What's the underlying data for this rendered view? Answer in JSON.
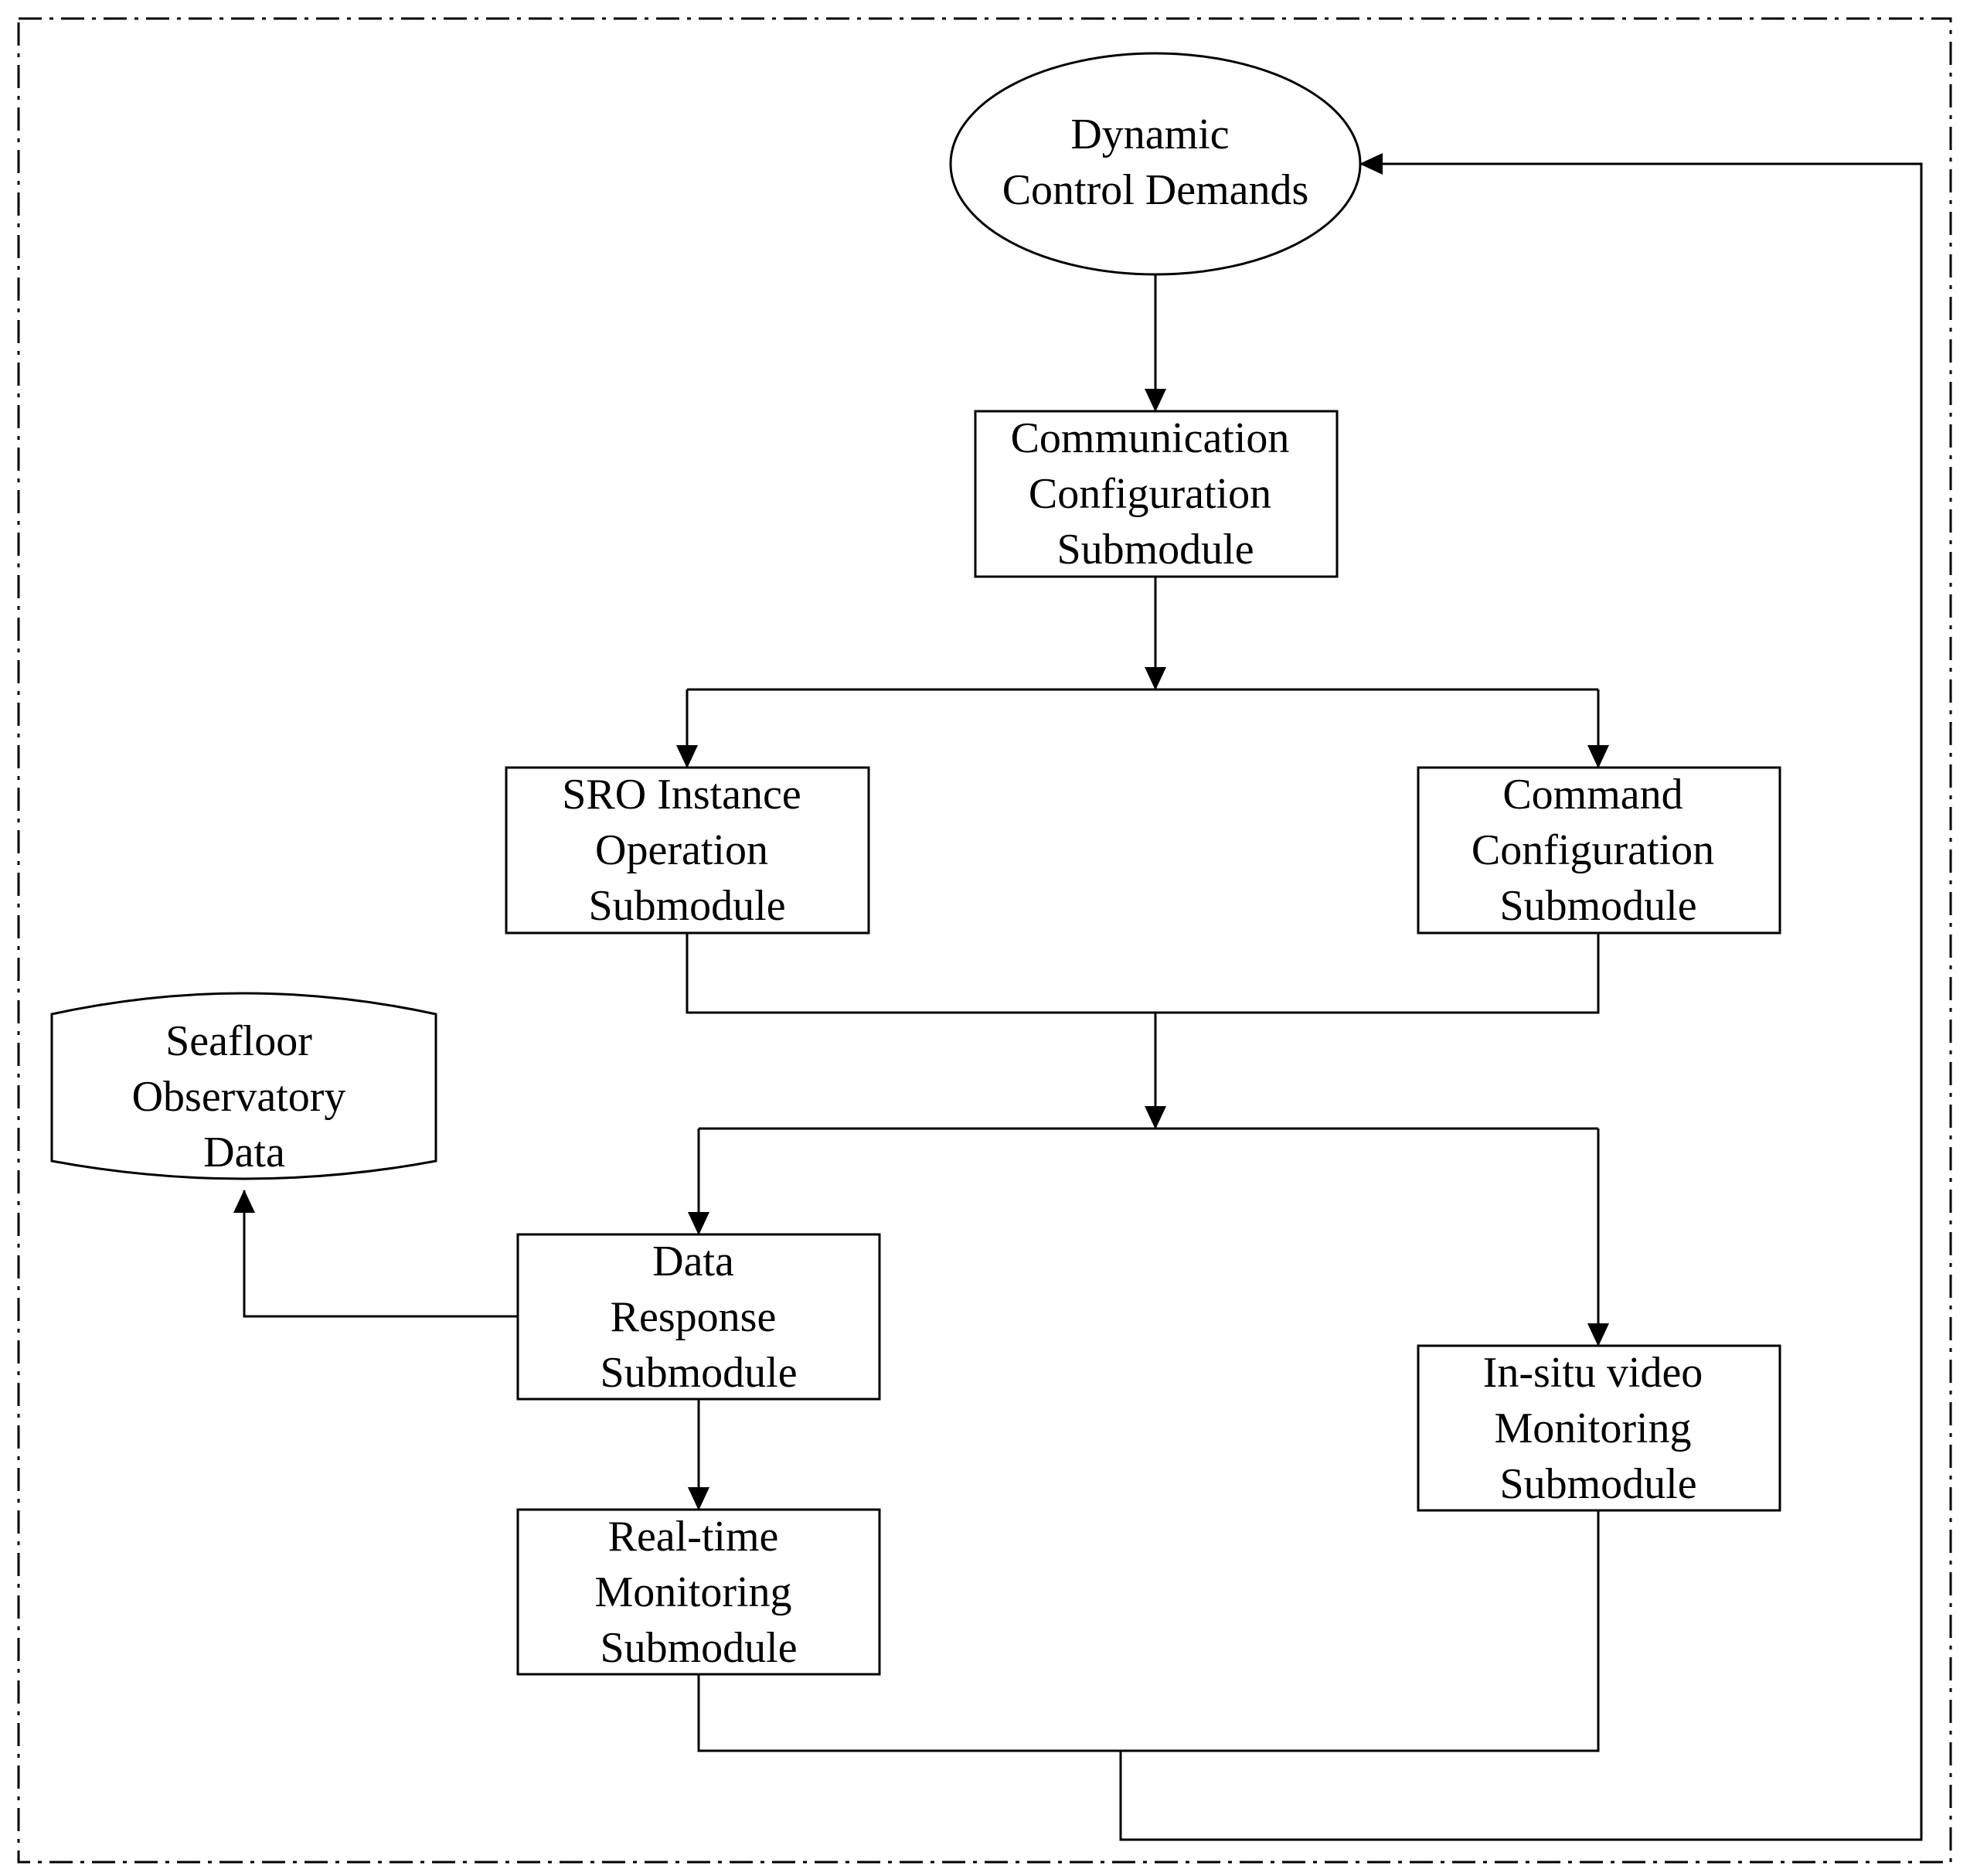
{
  "nodes": {
    "dynamic_control_demands": {
      "lines": [
        "Dynamic",
        "Control Demands"
      ]
    },
    "communication_configuration": {
      "lines": [
        "Communication",
        "Configuration",
        "Submodule"
      ]
    },
    "sro_instance_operation": {
      "lines": [
        "SRO Instance",
        "Operation",
        "Submodule"
      ]
    },
    "command_configuration": {
      "lines": [
        "Command",
        "Configuration",
        "Submodule"
      ]
    },
    "seafloor_observatory_data": {
      "lines": [
        "Seafloor",
        "Observatory",
        "Data"
      ]
    },
    "data_response": {
      "lines": [
        "Data",
        "Response",
        "Submodule"
      ]
    },
    "realtime_monitoring": {
      "lines": [
        "Real-time",
        "Monitoring",
        "Submodule"
      ]
    },
    "insitu_video_monitoring": {
      "lines": [
        "In-situ video",
        "Monitoring",
        "Submodule"
      ]
    }
  },
  "colors": {
    "stroke": "#000000",
    "background": "#ffffff"
  }
}
